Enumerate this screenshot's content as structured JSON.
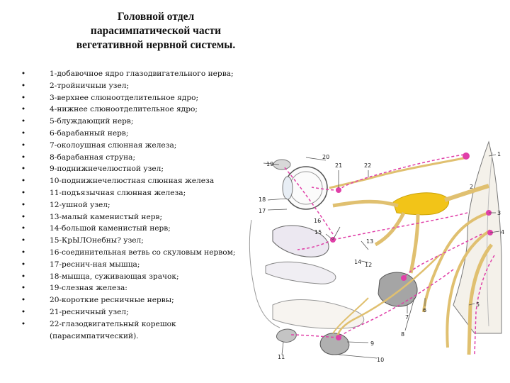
{
  "title": {
    "line1": "Головной отдел",
    "line2": "парасимпатической части",
    "line3": "вегетативной нервной системы."
  },
  "legend": {
    "bullet": "•",
    "items": [
      "1-добавочное ядро глазодвигательного нерва;",
      "2-тройничныи узел;",
      "3-верхнее слюноотделительное ядро;",
      "4-нижнее слюноотделительное ядро;",
      "5-блуждающий нерв;",
      "6-барабанный нерв;",
      "7-околоушная слюнная железа;",
      "8-барабанная струна;",
      "9-поднижнечелюстной узел;",
      "10-поднижнечелюстная слюнная железа",
      "11-подъязычная слюнная железа;",
      "12-ушной узел;",
      "13-малый каменистый нерв;",
      "14-большой каменистый нерв;",
      "15-КрЫЛОнебны? узел;",
      "16-соединительная ветвь со скуловым нервом;",
      "17-реснич-ная мышца;",
      "18-мышца, суживающая зрачок;",
      "19-слезная железа:",
      "20-короткие ресничные нервы;",
      "21-ресничный узел;",
      "22-глазодвигательный корешок (парасимпатический)."
    ]
  },
  "diagram": {
    "labels": [
      "1",
      "2",
      "3",
      "4",
      "5",
      "6",
      "7",
      "8",
      "9",
      "10",
      "11",
      "12",
      "13",
      "14",
      "15",
      "16",
      "17",
      "18",
      "19",
      "20",
      "21",
      "22"
    ],
    "colors": {
      "nerve": "#e0c070",
      "parasympathetic": "#e040a8",
      "ganglion": "#f2c418",
      "outline": "#555555",
      "gland": "#9a9a9a"
    }
  }
}
